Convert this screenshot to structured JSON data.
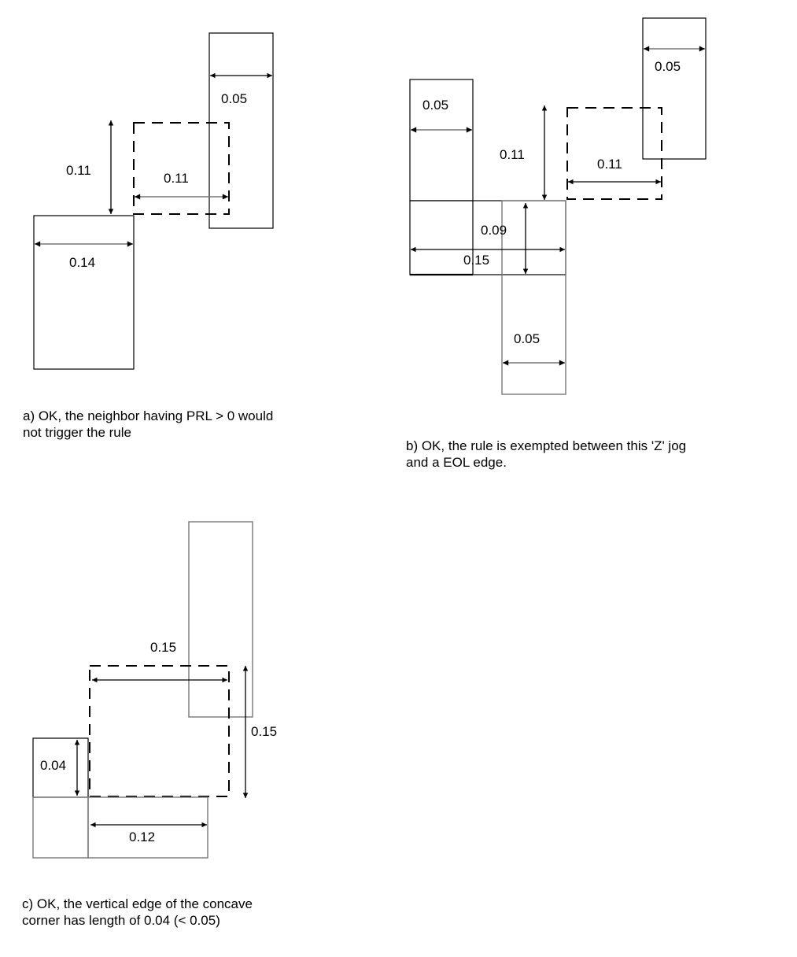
{
  "panels": {
    "a": {
      "caption_lines": [
        "a) OK, the neighbor having PRL > 0 would",
        "not trigger the rule"
      ],
      "dimensions": {
        "tall_rect_width": "0.05",
        "vertical_spacing": "0.11",
        "dashed_box_width": "0.11",
        "bottom_rect_width": "0.14"
      }
    },
    "b": {
      "caption_lines": [
        "b) OK, the rule is exempted between this 'Z' jog",
        "and a EOL edge."
      ],
      "dimensions": {
        "left_rect_width": "0.05",
        "top_right_rect_width": "0.05",
        "vertical_spacing": "0.11",
        "dashed_box_width": "0.11",
        "jog_height": "0.09",
        "horizontal_span": "0.15",
        "bottom_rect_width": "0.05"
      }
    },
    "c": {
      "caption_lines": [
        "c) OK, the vertical edge of the concave",
        "corner has length of 0.04 (< 0.05)"
      ],
      "dimensions": {
        "dashed_box_width": "0.15",
        "vertical_span": "0.15",
        "concave_edge_length": "0.04",
        "bottom_rect_width": "0.12"
      }
    }
  }
}
